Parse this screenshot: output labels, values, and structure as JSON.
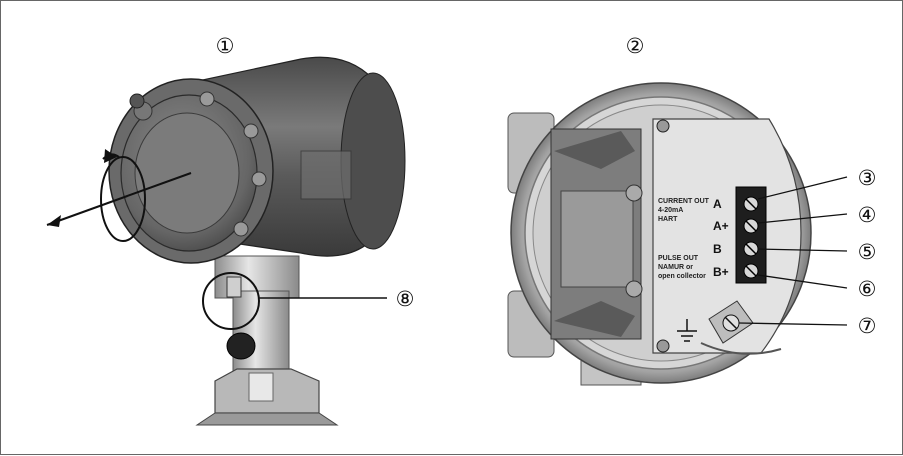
{
  "figure": {
    "views": [
      {
        "id": "left",
        "number": "①"
      },
      {
        "id": "right",
        "number": "②"
      }
    ],
    "callouts": {
      "c3": "③",
      "c4": "④",
      "c5": "⑤",
      "c6": "⑥",
      "c7": "⑦",
      "c8": "⑧"
    },
    "terminal_board": {
      "current_out": "CURRENT OUT",
      "current_range": "4-20mA",
      "current_protocol": "HART",
      "pulse_out": "PULSE OUT",
      "pulse_type1": "NAMUR or",
      "pulse_type2": "open collector",
      "terminals": [
        "A",
        "A+",
        "B",
        "B+"
      ]
    },
    "colors": {
      "housing_dark": "#5b5b5b",
      "housing_mid": "#9a9a9a",
      "housing_light": "#d9d9d9",
      "board": "#e2e2e2",
      "terminal_block": "#1e1e1e",
      "line": "#111111"
    },
    "icons": [
      "ground-symbol"
    ]
  }
}
